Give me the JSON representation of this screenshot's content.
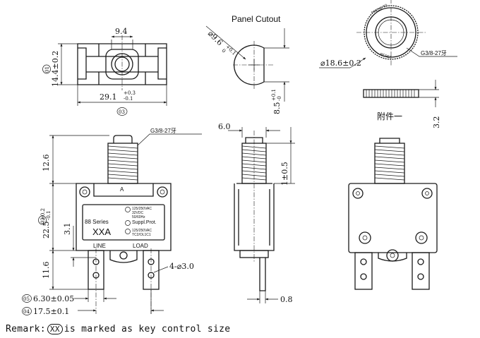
{
  "panel_cutout": {
    "title": "Panel Cutout",
    "dia_main": "⌀9.6",
    "dia_tol": "+0.1",
    "dia_tol2": "0",
    "height_main": "8.5",
    "height_tol": "+0.1",
    "height_tol2": "-0"
  },
  "top_view": {
    "width_top": "9.4",
    "circle_mark": "01",
    "height_main": "14.4±0.2",
    "width_main": "29.1",
    "width_tol": "+0.3",
    "width_tol2": "-0.1",
    "circle_mark_2": "03"
  },
  "nut": {
    "text_press": "PRESS TO",
    "text_reset": "RESET",
    "dia": "⌀18.6±0.2",
    "thread": "G3/8-27牙",
    "accessory": "附件一",
    "thickness": "3.2"
  },
  "front_view": {
    "thread": "G3/8-27牙",
    "stem_height": "12.6",
    "marker_a": "A",
    "body_height": "22.5",
    "body_tol": "+0.2",
    "body_tol2": "-0.1",
    "circle_mark": "02",
    "series": "88 Series",
    "model": "XXA",
    "rating_1": "125/250VAC",
    "rating_2": "32VDC",
    "rating_3": "50/60Hz",
    "rating_4": "Suppl.Prot.",
    "rating_5": "125/250VAC",
    "rating_6": "TC2/OL1C1",
    "line_label": "LINE",
    "load_label": "LOAD",
    "dim_31": "3.1",
    "dim_116": "11.6",
    "holes": "4-⌀3.0",
    "circle_mark_5": "05",
    "terminal_width": "6.30±0.05",
    "circle_mark_4": "04",
    "terminal_span": "17.5±0.1"
  },
  "side_view": {
    "stem_width": "6.0",
    "offset": "1±0.5",
    "terminal_thickness": "0.8"
  },
  "remark": {
    "prefix": "Remark:",
    "mark": "XX",
    "suffix": "is marked as key control size"
  }
}
